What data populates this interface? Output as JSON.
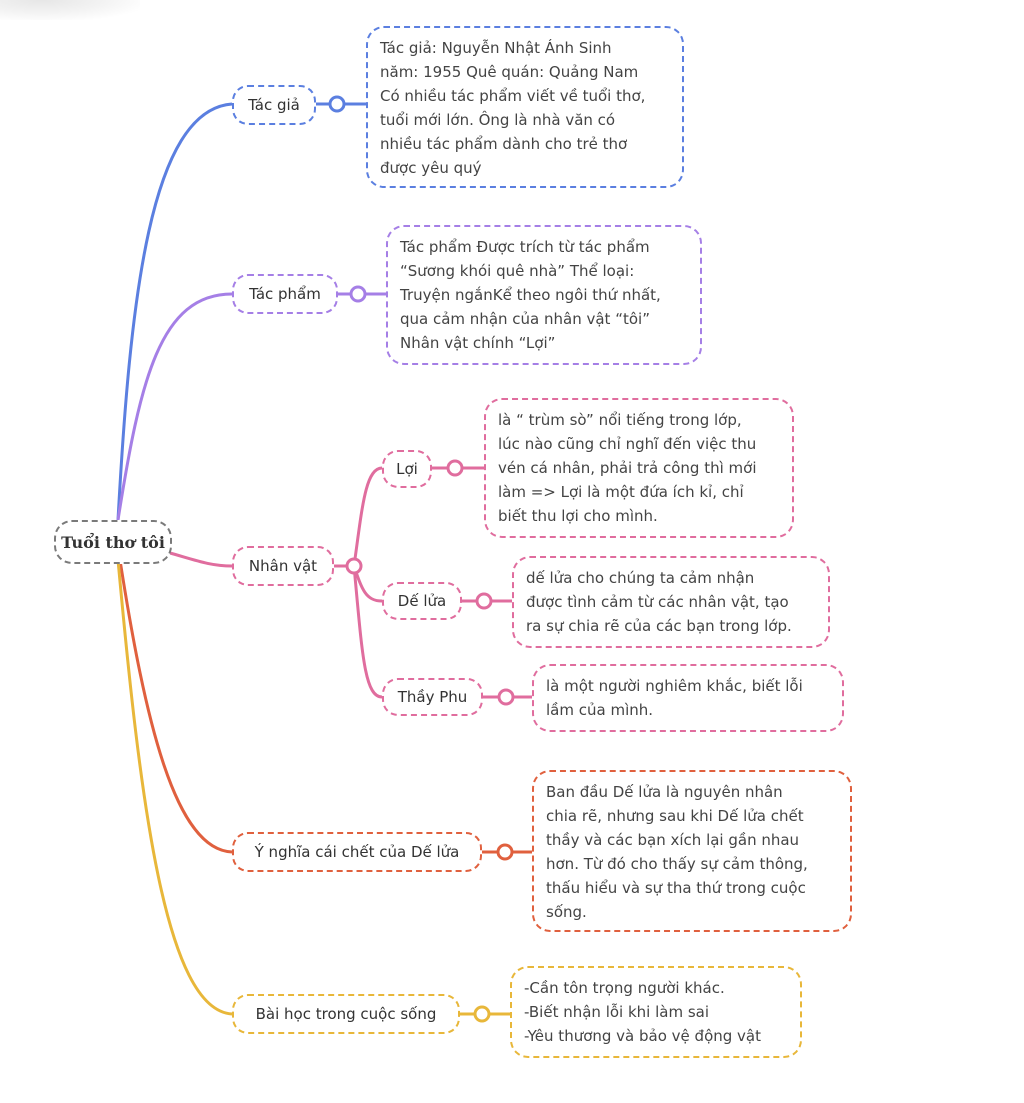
{
  "colors": {
    "root": "#7a7a7a",
    "tac_gia": "#5b7fe0",
    "tac_pham": "#a57fe6",
    "nhan_vat": "#e06d9e",
    "y_nghia": "#e0603e",
    "bai_hoc": "#e8b73a"
  },
  "root": {
    "label": "Tuổi thơ tôi"
  },
  "branches": {
    "tac_gia": {
      "label": "Tác giả",
      "note": [
        "Tác giả: Nguyễn Nhật Ánh Sinh",
        "năm: 1955 Quê quán: Quảng Nam",
        "Có nhiều tác phẩm viết về tuổi thơ,",
        "tuổi mới lớn. Ông là nhà văn có",
        "nhiều tác phẩm dành cho trẻ thơ",
        "được yêu quý"
      ]
    },
    "tac_pham": {
      "label": "Tác phẩm",
      "note": [
        "Tác phẩm Được trích từ tác phẩm",
        "“Sương khói quê nhà” Thể loại:",
        "Truyện ngắnKể theo ngôi thứ nhất,",
        "qua cảm nhận của nhân vật “tôi”",
        "Nhân vật chính “Lợi”"
      ]
    },
    "nhan_vat": {
      "label": "Nhân vật",
      "children": {
        "loi": {
          "label": "Lợi",
          "note": [
            "là “ trùm sò” nổi tiếng trong lớp,",
            "lúc nào cũng chỉ nghĩ đến việc thu",
            "vén cá nhân, phải trả công thì mới",
            "làm => Lợi là một đứa ích kỉ, chỉ",
            "biết thu lợi cho mình."
          ]
        },
        "de_lua": {
          "label": "Dế lửa",
          "note": [
            "dế lửa cho chúng ta cảm nhận",
            "được tình cảm từ các nhân vật, tạo",
            "ra sự chia rẽ của các bạn trong lớp."
          ]
        },
        "thay_phu": {
          "label": "Thầy Phu",
          "note": [
            "là một người nghiêm khắc, biết lỗi",
            "lầm của mình."
          ]
        }
      }
    },
    "y_nghia": {
      "label": "Ý nghĩa cái chết của Dế lửa",
      "note": [
        "Ban đầu Dế lửa là nguyên nhân",
        "chia rẽ, nhưng sau khi Dế lửa chết",
        "thầy và các bạn xích lại gần nhau",
        "hơn. Từ đó cho thấy sự cảm thông,",
        "thấu hiểu và sự tha thứ trong cuộc",
        "sống."
      ]
    },
    "bai_hoc": {
      "label": "Bài học trong cuộc sống",
      "note": [
        "-Cần tôn trọng người khác.",
        "-Biết nhận lỗi khi làm sai",
        "-Yêu thương và bảo vệ động vật"
      ]
    }
  }
}
